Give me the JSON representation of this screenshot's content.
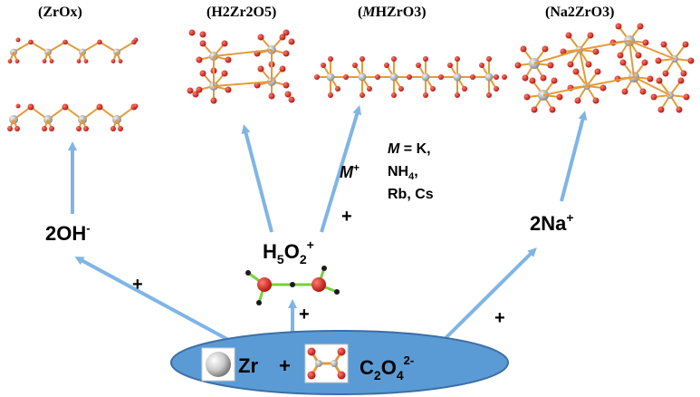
{
  "titles": {
    "zrox": "(ZrOx)",
    "h2zr2o5": "(H2Zr2O5)",
    "mhzro3_italic": "M",
    "mhzro3_rest": "HZrO3)",
    "mhzro3_open": "(",
    "na2zro3": "(Na2ZrO3)"
  },
  "reagents": {
    "hydroxide": "2OH",
    "hydroxide_charge": "-",
    "h5o2_h": "H",
    "h5o2_5": "5",
    "h5o2_o": "O",
    "h5o2_2": "2",
    "h5o2_charge": "+",
    "sodium": "2Na",
    "sodium_charge": "+",
    "cation_m": "M",
    "cation_charge": "+",
    "cation_list_line1_m": "M",
    "cation_list_line1_rest": " = K,",
    "cation_list_line2": "NH",
    "cation_list_line2_sub": "4",
    "cation_list_line2_tail": ",",
    "cation_list_line3": "Rb, Cs"
  },
  "plus_signs": [
    "+",
    "+",
    "+",
    "+"
  ],
  "ellipse": {
    "zr_label": "Zr",
    "plus": "+",
    "oxalate_c": "C",
    "oxalate_2": "2",
    "oxalate_o": "O",
    "oxalate_4": "4",
    "oxalate_charge": "2-"
  },
  "colors": {
    "arrow": "#7fb5e6",
    "ellipse_fill": "#5b9bd5",
    "ellipse_stroke": "#3c6fa6",
    "oxygen": "#d7281e",
    "zr_atom": "#b8b8b8",
    "carbon": "#8a8a8a",
    "bond": "#e39b3a",
    "h_bond": "#77d13a",
    "hydrogen": "#1a1a1a"
  }
}
